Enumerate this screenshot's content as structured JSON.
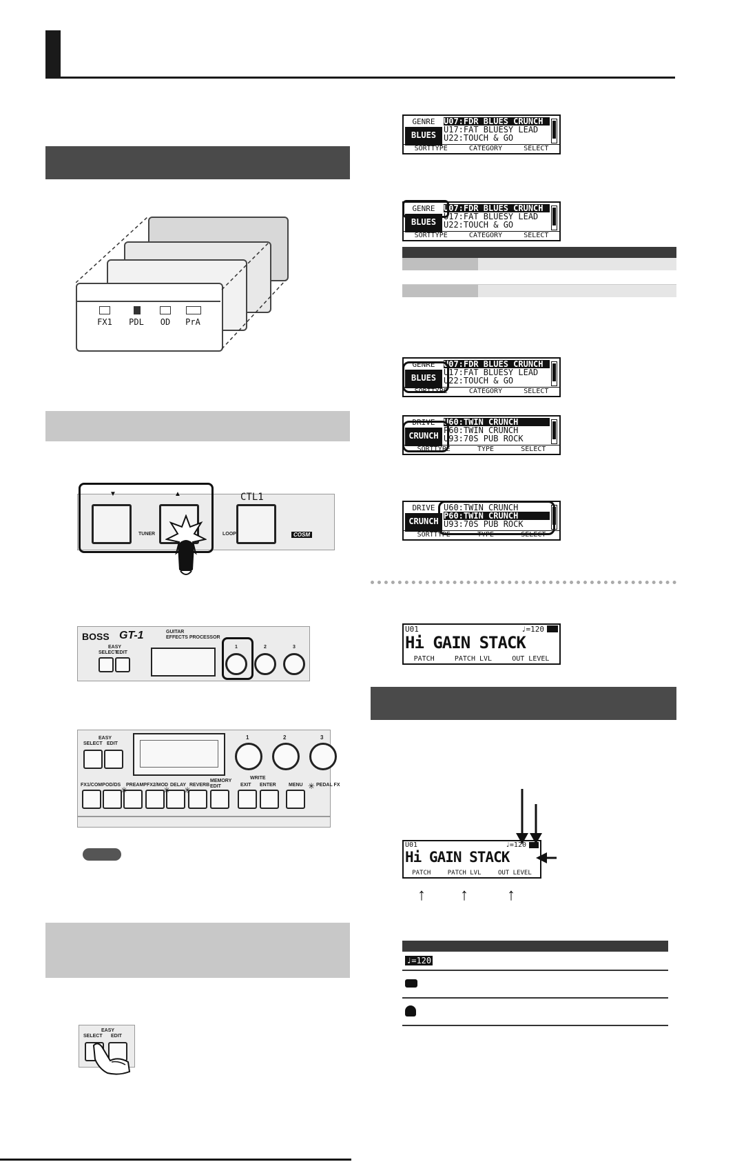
{
  "lcd_genre": {
    "left_top": "GENRE",
    "left_value": "BLUES",
    "items": [
      "U07:FDR BLUES CRUNCH",
      "U17:FAT BLUESY LEAD",
      "U22:TOUCH & GO"
    ],
    "footer": [
      "SORTTYPE",
      "CATEGORY",
      "SELECT"
    ]
  },
  "lcd_drive": {
    "left_top": "DRIVE",
    "left_value": "CRUNCH",
    "items": [
      "U60:TWIN CRUNCH",
      "P60:TWIN CRUNCH",
      "U93:70S PUB ROCK"
    ],
    "footer": [
      "SORTTYPE",
      "TYPE",
      "SELECT"
    ]
  },
  "lcd_play": {
    "patch": "U01",
    "tempo": "♩=120",
    "name": "Hi GAIN STACK",
    "footer": [
      "PATCH",
      "PATCH LVL",
      "OUT LEVEL"
    ]
  },
  "fx_panel_labels": [
    "FX1",
    "PDL",
    "OD",
    "PrA"
  ],
  "gt1": {
    "brand": "BOSS",
    "model": "GT-1",
    "subtitle1": "GUITAR",
    "subtitle2": "EFFECTS PROCESSOR",
    "easy": "EASY",
    "select": "SELECT",
    "edit": "EDIT",
    "knobs": [
      "1",
      "2",
      "3"
    ],
    "buttons": [
      "FX1/COMP",
      "OD/DS",
      "PREAMP",
      "FX2/MOD",
      "DELAY",
      "REVERB",
      "MEMORY EDIT"
    ],
    "write": "WRITE",
    "exit": "EXIT",
    "enter": "ENTER",
    "menu": "MENU",
    "pedal_fx": "PEDAL FX"
  },
  "footswitch": {
    "down": "▼",
    "up": "▲",
    "ctl": "CTL1",
    "tuner": "TUNER",
    "loop": "LOOP",
    "cosm": "COSM"
  },
  "icon_table": {
    "row1_icon": "♩=120"
  }
}
